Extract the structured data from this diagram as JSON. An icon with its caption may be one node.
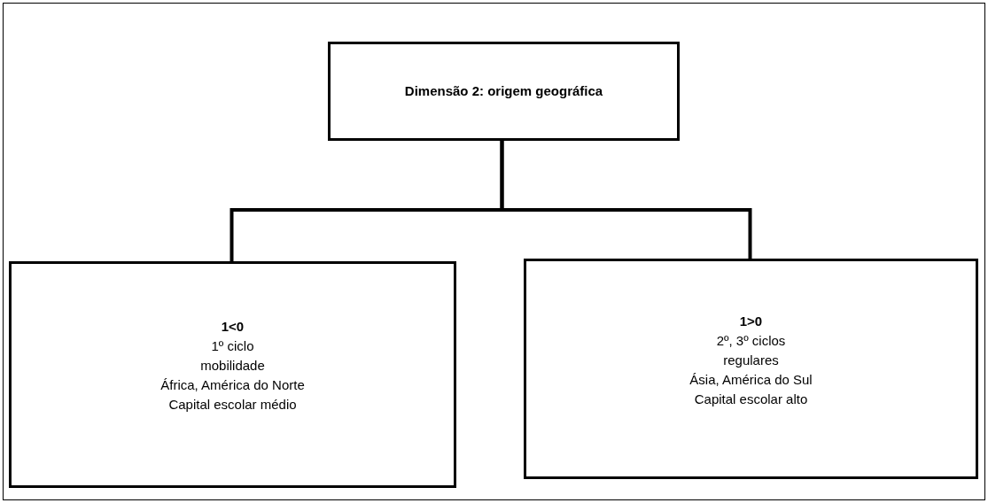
{
  "diagram": {
    "nodes": [
      {
        "text": [
          "Dimensão 2: origem geográfica"
        ]
      },
      {
        "text": [
          "1<0",
          "1º ciclo",
          "mobilidade",
          "África, América do Norte",
          "Capital escolar médio"
        ]
      },
      {
        "text": [
          "1>0",
          "2º, 3º ciclos",
          "regulares",
          "Ásia, América do Sul",
          "Capital escolar alto"
        ]
      }
    ],
    "edges": [
      {
        "from": 0,
        "to": 1,
        "arrow": "none"
      },
      {
        "from": 0,
        "to": 2,
        "arrow": "none"
      }
    ]
  }
}
